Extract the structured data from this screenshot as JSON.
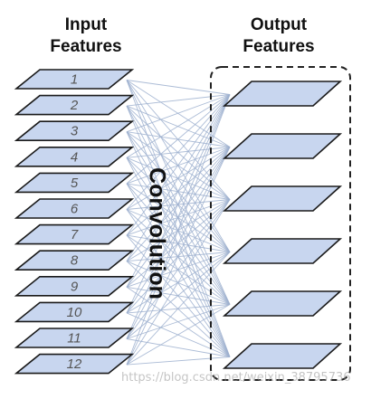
{
  "headers": {
    "input_line1": "Input",
    "input_line2": "Features",
    "output_line1": "Output",
    "output_line2": "Features"
  },
  "middle_label": "Convolution",
  "input_features": [
    "1",
    "2",
    "3",
    "4",
    "5",
    "6",
    "7",
    "8",
    "9",
    "10",
    "11",
    "12"
  ],
  "output_feature_count": 6,
  "watermark": "https://blog.csdn.net/weixin_38795736",
  "colors": {
    "plane_fill": "#c8d6ef",
    "plane_stroke": "#1a1a1a",
    "connection": "#9db0cf",
    "label_text": "#555555",
    "dashed_box": "#222222"
  }
}
